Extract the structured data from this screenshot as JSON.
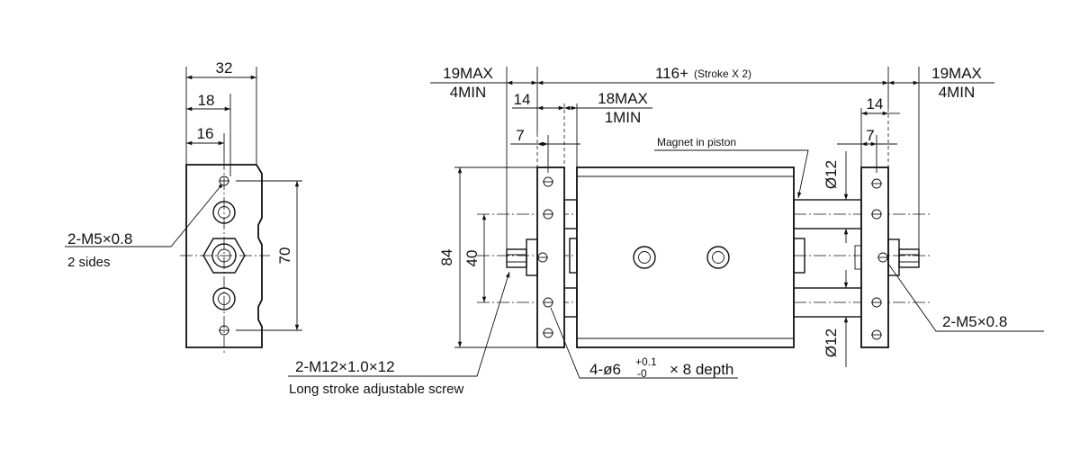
{
  "side_view": {
    "dim_width": "32",
    "dim_hole_18": "18",
    "dim_hole_16": "16",
    "dim_height": "70",
    "callout_port": "2-M5×0.8",
    "callout_port_note": "2 sides"
  },
  "front_view": {
    "dim_adjust_max_left": "19MAX",
    "dim_adjust_min_left": "4MIN",
    "dim_total": "116+",
    "dim_total_note": "(Stroke X 2)",
    "dim_adjust_max_right": "19MAX",
    "dim_adjust_min_right": "4MIN",
    "dim_plate_left": "14",
    "dim_plate_right": "14",
    "dim_gap_max": "18MAX",
    "dim_gap_min": "1MIN",
    "dim_hole_left": "7",
    "dim_hole_right": "7",
    "dim_height": "84",
    "dim_rod_pitch": "40",
    "dim_rod_dia_top": "Ø12",
    "dim_rod_dia_bottom": "Ø12",
    "label_magnet": "Magnet in piston",
    "callout_screw": "2-M12×1.0×12",
    "callout_screw_note": "Long stroke adjustable screw",
    "callout_holes_prefix": "4-ø6",
    "callout_tol_upper": "+0.1",
    "callout_tol_lower": "-0",
    "callout_holes_suffix": "× 8 depth",
    "callout_port_right": "2-M5×0.8"
  }
}
